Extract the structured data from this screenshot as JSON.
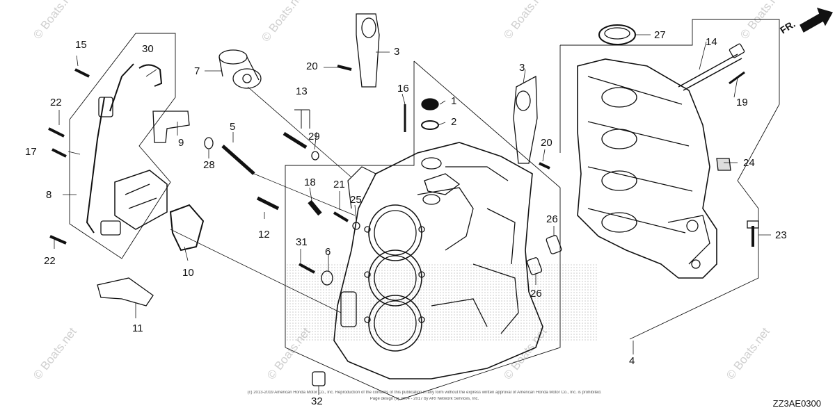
{
  "diagram": {
    "callouts": [
      {
        "id": "c1",
        "text": "1"
      },
      {
        "id": "c2",
        "text": "2"
      },
      {
        "id": "c3a",
        "text": "3"
      },
      {
        "id": "c3b",
        "text": "3"
      },
      {
        "id": "c4",
        "text": "4"
      },
      {
        "id": "c5",
        "text": "5"
      },
      {
        "id": "c6",
        "text": "6"
      },
      {
        "id": "c7",
        "text": "7"
      },
      {
        "id": "c8",
        "text": "8"
      },
      {
        "id": "c9",
        "text": "9"
      },
      {
        "id": "c10",
        "text": "10"
      },
      {
        "id": "c11",
        "text": "11"
      },
      {
        "id": "c12",
        "text": "12"
      },
      {
        "id": "c13",
        "text": "13"
      },
      {
        "id": "c14",
        "text": "14"
      },
      {
        "id": "c15",
        "text": "15"
      },
      {
        "id": "c16",
        "text": "16"
      },
      {
        "id": "c17",
        "text": "17"
      },
      {
        "id": "c18",
        "text": "18"
      },
      {
        "id": "c19",
        "text": "19"
      },
      {
        "id": "c20a",
        "text": "20"
      },
      {
        "id": "c20b",
        "text": "20"
      },
      {
        "id": "c21",
        "text": "21"
      },
      {
        "id": "c22a",
        "text": "22"
      },
      {
        "id": "c22b",
        "text": "22"
      },
      {
        "id": "c23",
        "text": "23"
      },
      {
        "id": "c24",
        "text": "24"
      },
      {
        "id": "c25",
        "text": "25"
      },
      {
        "id": "c26a",
        "text": "26"
      },
      {
        "id": "c26b",
        "text": "26"
      },
      {
        "id": "c27",
        "text": "27"
      },
      {
        "id": "c28",
        "text": "28"
      },
      {
        "id": "c29",
        "text": "29"
      },
      {
        "id": "c30",
        "text": "30"
      },
      {
        "id": "c31",
        "text": "31"
      },
      {
        "id": "c32",
        "text": "32"
      }
    ],
    "front_label": "FR.",
    "diagram_code": "ZZ3AE0300",
    "copyright_line1": "(c) 2013-2019 American Honda Motor Co., Inc. Reproduction of the contents of this publication in any form without the express written approval of American Honda Motor Co., Inc. is prohibited.",
    "copyright_line2": "Page design (c) 2004 - 2017 by ARI Network Services, Inc.",
    "watermark": "© Boats.net"
  }
}
